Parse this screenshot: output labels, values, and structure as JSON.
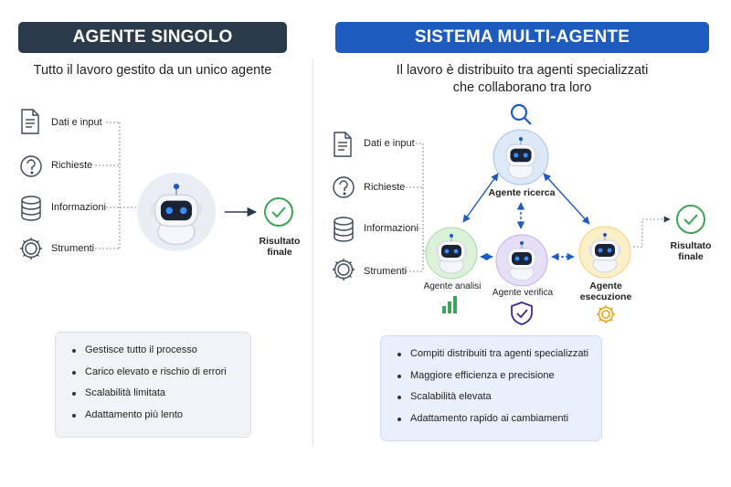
{
  "left": {
    "title": "AGENTE SINGOLO",
    "subtitle": "Tutto il lavoro gestito da un unico agente",
    "inputs": [
      "Dati e input",
      "Richieste",
      "Informazioni",
      "Strumenti"
    ],
    "result": "Risultato finale",
    "features": [
      "Gestisce tutto il processo",
      "Carico elevato e rischio di errori",
      "Scalabilità limitata",
      "Adattamento più lento"
    ]
  },
  "right": {
    "title": "SISTEMA MULTI-AGENTE",
    "subtitle_line1": "Il lavoro è distribuito tra agenti specializzati",
    "subtitle_line2": "che collaborano tra loro",
    "inputs": [
      "Dati e input",
      "Richieste",
      "Informazioni",
      "Strumenti"
    ],
    "agents": {
      "research": "Agente ricerca",
      "analysis": "Agente analisi",
      "verify": "Agente verifica",
      "execution": "Agente esecuzione"
    },
    "result": "Risultato finale",
    "features": [
      "Compiti distribuiti tra agenti specializzati",
      "Maggiore efficienza e precisione",
      "Scalabilità elevata",
      "Adattamento rapido ai cambiamenti"
    ]
  },
  "colors": {
    "left_header": "#2b3a4a",
    "right_header": "#1e5bbf",
    "success": "#3aa657",
    "research": "#c9daf4",
    "analysis": "#cfeccd",
    "verify": "#ddd4f3",
    "execution": "#fbe7ae"
  },
  "icons": [
    "document-icon",
    "question-icon",
    "database-icon",
    "gear-icon",
    "robot-icon",
    "check-circle-icon",
    "search-icon",
    "bar-chart-icon",
    "shield-check-icon"
  ]
}
